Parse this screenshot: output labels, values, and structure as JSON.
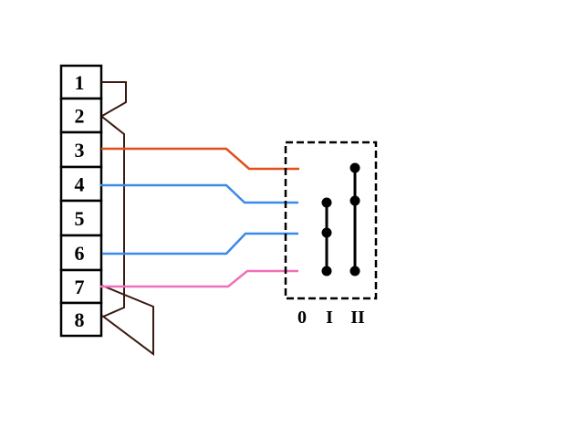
{
  "connector": {
    "pins": [
      "1",
      "2",
      "3",
      "4",
      "5",
      "6",
      "7",
      "8"
    ]
  },
  "switch": {
    "positions": [
      "0",
      "I",
      "II"
    ]
  },
  "colors": {
    "outline": "#000000",
    "jumper": "#3a1a10",
    "wire_orange": "#e0501a",
    "wire_blue": "#3a8ae8",
    "wire_pink": "#f070b8"
  }
}
